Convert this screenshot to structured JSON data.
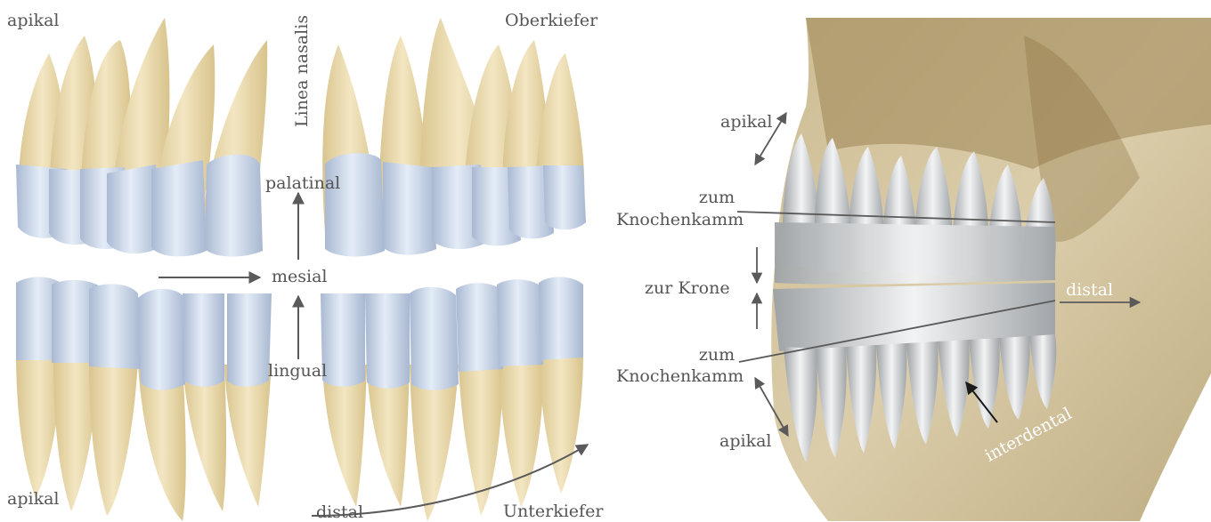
{
  "left": {
    "labels": {
      "apikal_top": "apikal",
      "oberkiefer": "Oberkiefer",
      "linea_nasalis": "Linea nasalis",
      "palatinal": "palatinal",
      "mesial": "mesial",
      "lingual": "lingual",
      "apikal_bottom": "apikal",
      "distal": "distal",
      "unterkiefer": "Unterkiefer"
    }
  },
  "right": {
    "labels": {
      "apikal_top": "apikal",
      "zum_top_line1": "zum",
      "zum_top_line2": "Knochenkamm",
      "zur_krone": "zur Krone",
      "distal": "distal",
      "zum_bottom_line1": "zum",
      "zum_bottom_line2": "Knochenkamm",
      "apikal_bottom": "apikal",
      "interdental": "interdental"
    }
  },
  "colors": {
    "root": "#ead9ac",
    "crown": "#c9d6e8",
    "bone": "#b8a272",
    "arrow": "#5a5a5a"
  }
}
